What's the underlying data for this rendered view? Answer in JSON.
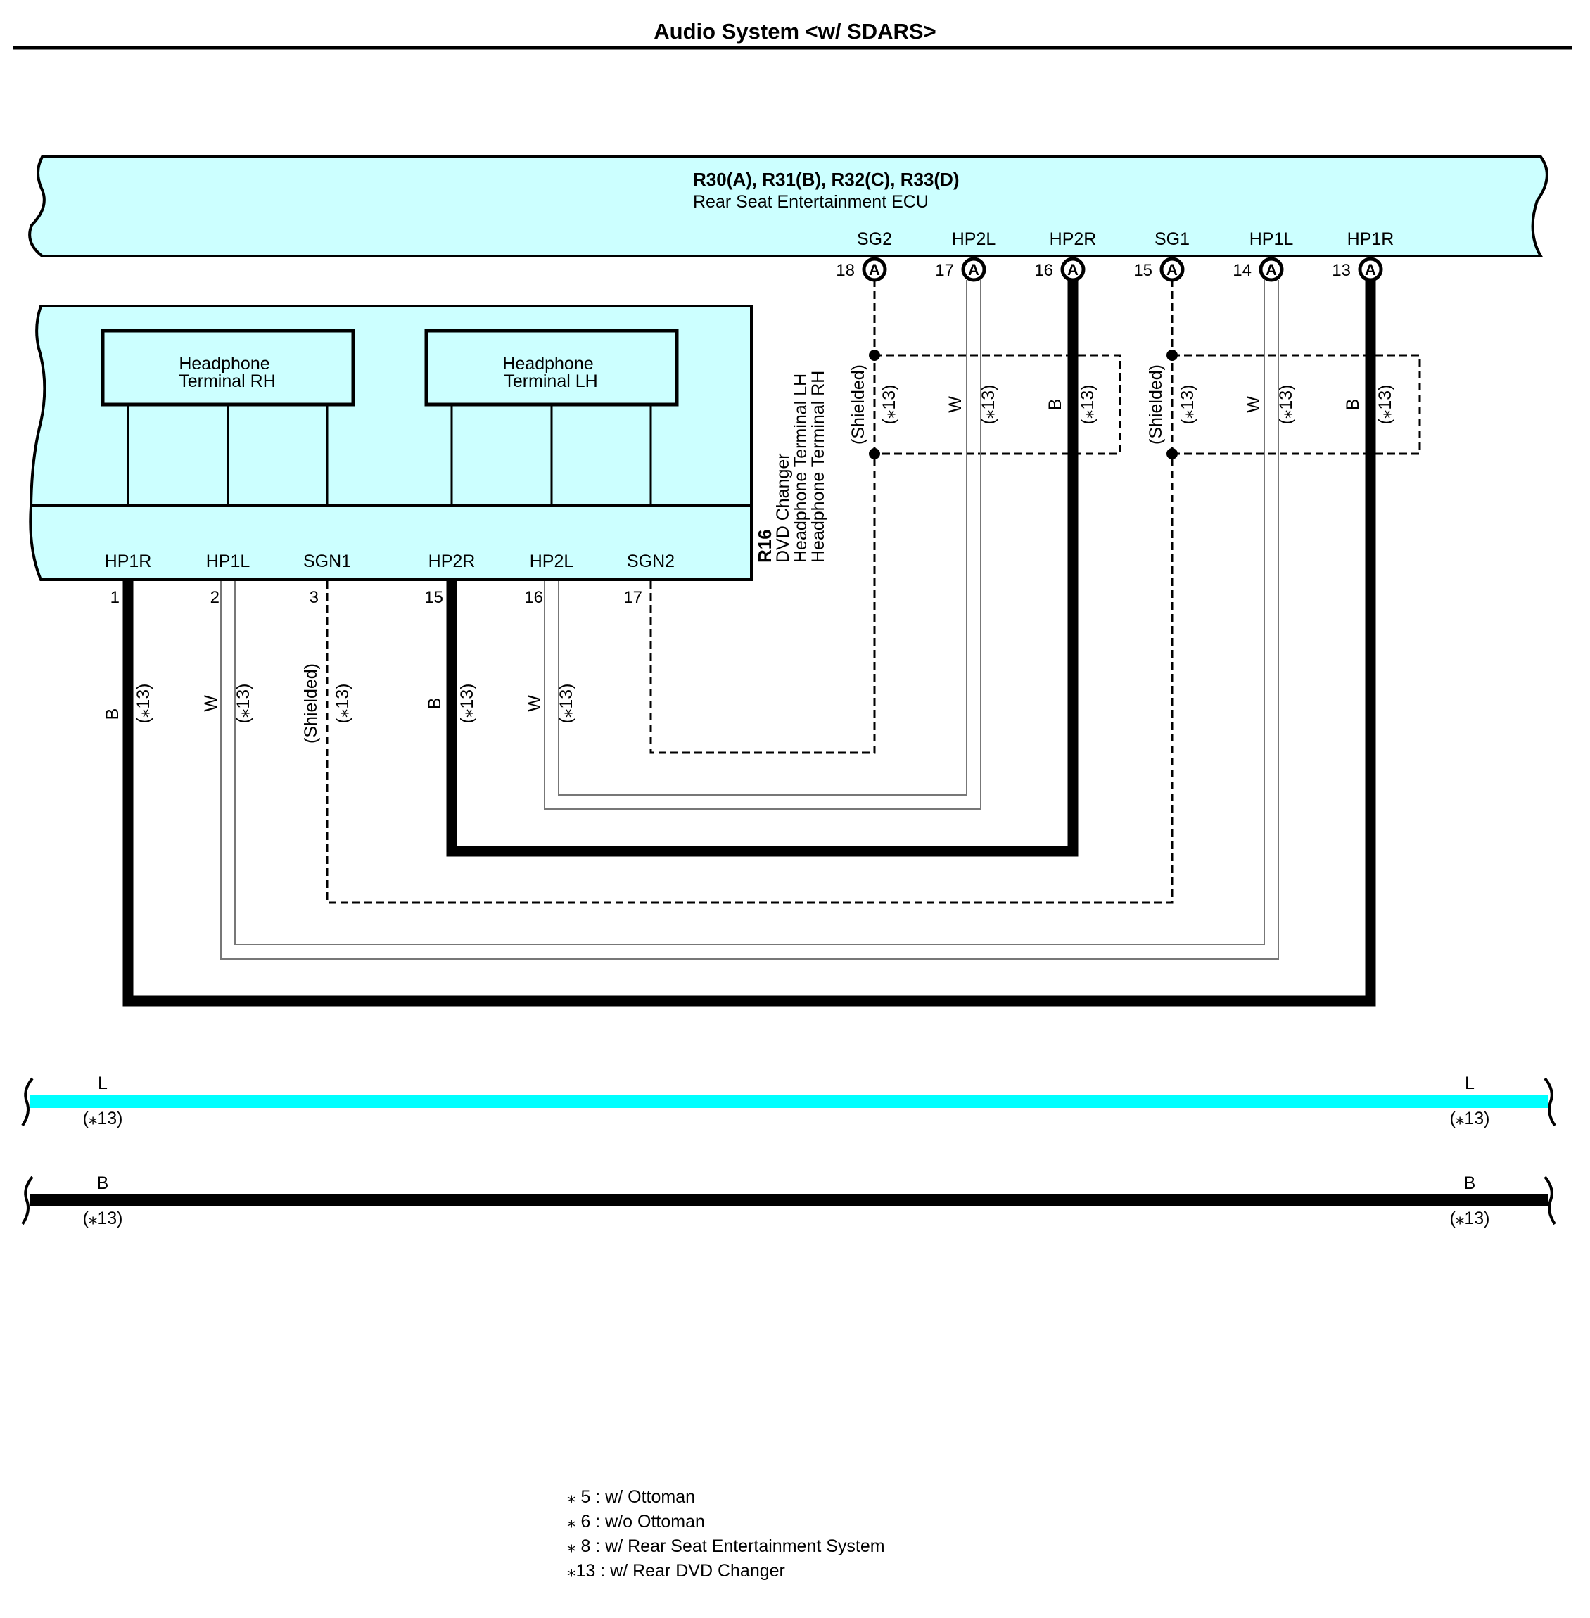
{
  "title": "Audio System <w/ SDARS>",
  "ecu": {
    "connectors": "R30(A), R31(B), R32(C), R33(D)",
    "name": "Rear Seat Entertainment ECU",
    "terminals": [
      {
        "name": "SG2",
        "pin": "18",
        "conn": "A"
      },
      {
        "name": "HP2L",
        "pin": "17",
        "conn": "A"
      },
      {
        "name": "HP2R",
        "pin": "16",
        "conn": "A"
      },
      {
        "name": "SG1",
        "pin": "15",
        "conn": "A"
      },
      {
        "name": "HP1L",
        "pin": "14",
        "conn": "A"
      },
      {
        "name": "HP1R",
        "pin": "13",
        "conn": "A"
      }
    ]
  },
  "changer": {
    "code": "R16",
    "name_lines": [
      "DVD Changer",
      "Headphone Terminal LH",
      "Headphone Terminal RH"
    ],
    "sub_rh": [
      "Headphone",
      "Terminal RH"
    ],
    "sub_lh": [
      "Headphone",
      "Terminal LH"
    ],
    "terminals": [
      {
        "name": "HP1R",
        "pin": "1"
      },
      {
        "name": "HP1L",
        "pin": "2"
      },
      {
        "name": "SGN1",
        "pin": "3"
      },
      {
        "name": "HP2R",
        "pin": "15"
      },
      {
        "name": "HP2L",
        "pin": "16"
      },
      {
        "name": "SGN2",
        "pin": "17"
      }
    ]
  },
  "wire_labels": {
    "black": "B",
    "white": "W",
    "shielded": "(Shielded)",
    "option": "(⁎13)"
  },
  "buses": [
    {
      "color_label": "L",
      "option": "(⁎13)",
      "color": "#00ffff"
    },
    {
      "color_label": "B",
      "option": "(⁎13)",
      "color": "#000000"
    }
  ],
  "notes": [
    "⁎ 5 : w/ Ottoman",
    "⁎ 6 : w/o Ottoman",
    "⁎ 8 : w/ Rear Seat Entertainment System",
    "⁎13 : w/ Rear DVD Changer"
  ]
}
